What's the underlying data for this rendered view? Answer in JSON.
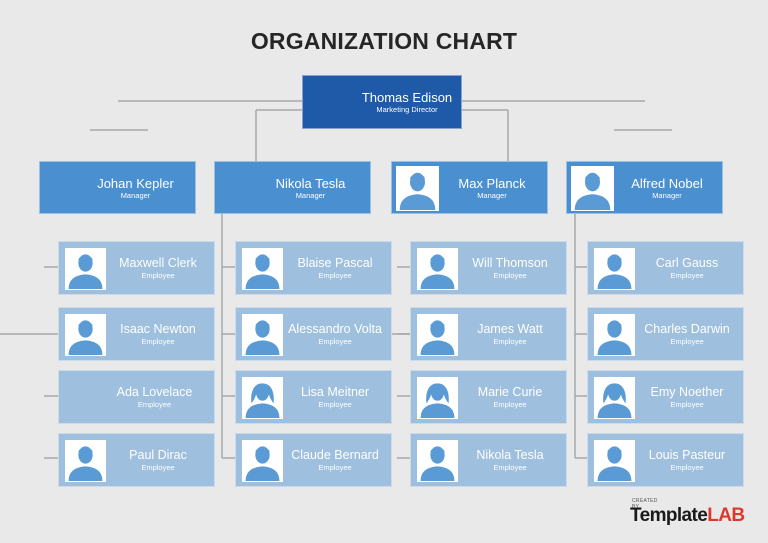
{
  "title": "ORGANIZATION CHART",
  "director": {
    "name": "Thomas Edison",
    "role": "Marketing Director"
  },
  "managers": [
    {
      "name": "Johan Kepler",
      "role": "Manager",
      "photo": false
    },
    {
      "name": "Nikola Tesla",
      "role": "Manager",
      "photo": false
    },
    {
      "name": "Max Planck",
      "role": "Manager",
      "photo": true
    },
    {
      "name": "Alfred Nobel",
      "role": "Manager",
      "photo": true
    }
  ],
  "employees": [
    [
      {
        "name": "Maxwell Clerk",
        "role": "Employee",
        "avatar": "male"
      },
      {
        "name": "Isaac Newton",
        "role": "Employee",
        "avatar": "male"
      },
      {
        "name": "Ada Lovelace",
        "role": "Employee",
        "avatar": "none"
      },
      {
        "name": "Paul Dirac",
        "role": "Employee",
        "avatar": "male"
      }
    ],
    [
      {
        "name": "Blaise Pascal",
        "role": "Employee",
        "avatar": "male"
      },
      {
        "name": "Alessandro Volta",
        "role": "Employee",
        "avatar": "male"
      },
      {
        "name": "Lisa Meitner",
        "role": "Employee",
        "avatar": "female"
      },
      {
        "name": "Claude Bernard",
        "role": "Employee",
        "avatar": "male"
      }
    ],
    [
      {
        "name": "Will Thomson",
        "role": "Employee",
        "avatar": "male"
      },
      {
        "name": "James Watt",
        "role": "Employee",
        "avatar": "male"
      },
      {
        "name": "Marie Curie",
        "role": "Employee",
        "avatar": "female"
      },
      {
        "name": "Nikola Tesla",
        "role": "Employee",
        "avatar": "male"
      }
    ],
    [
      {
        "name": "Carl Gauss",
        "role": "Employee",
        "avatar": "male"
      },
      {
        "name": "Charles Darwin",
        "role": "Employee",
        "avatar": "male"
      },
      {
        "name": "Emy Noether",
        "role": "Employee",
        "avatar": "female"
      },
      {
        "name": "Louis Pasteur",
        "role": "Employee",
        "avatar": "male"
      }
    ]
  ],
  "logo": {
    "small_text": "CREATED BY",
    "brand_part1": "Template",
    "brand_part2": "LAB"
  },
  "colors": {
    "director": "#1f5aa8",
    "manager": "#4a8fd0",
    "employee": "#9ebfdd",
    "avatar": "#5b9bd5",
    "line": "#a8a8a8"
  }
}
